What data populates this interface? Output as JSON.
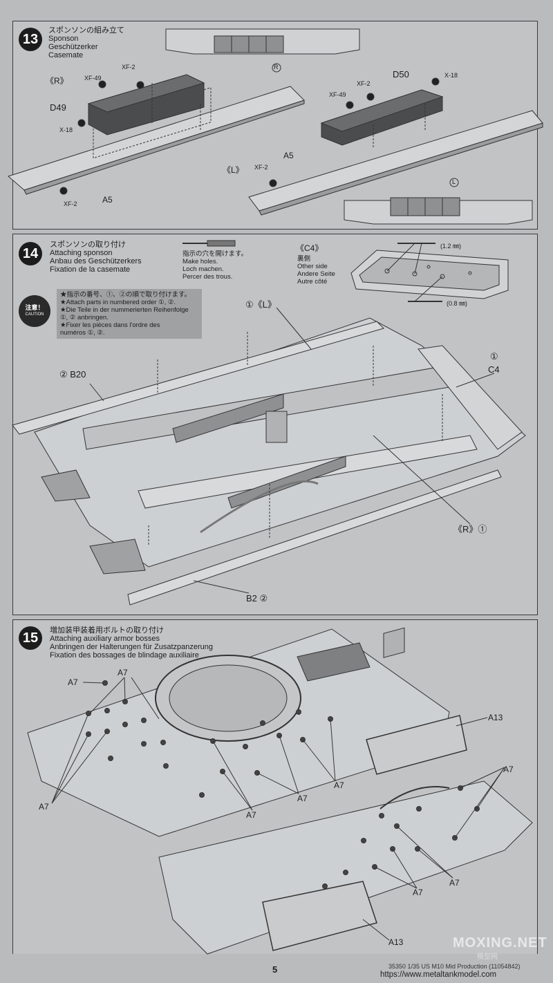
{
  "step13": {
    "number": "13",
    "title_ja": "スポンソンの組み立て",
    "title_en": "Sponson",
    "title_de": "Geschützerker",
    "title_fr": "Casemate",
    "label_R": "《R》",
    "label_L": "《L》",
    "circle_R": "R",
    "circle_L": "L",
    "parts": {
      "xf49_r": "XF-49",
      "xf2_r_top": "XF-2",
      "d49": "D49",
      "x18_r": "X-18",
      "xf2_r_bottom": "XF-2",
      "a5_r": "A5",
      "d50": "D50",
      "x18_l": "X-18",
      "xf2_l_top": "XF-2",
      "xf49_l": "XF-49",
      "a5_l": "A5",
      "xf2_l": "XF-2"
    }
  },
  "step14": {
    "number": "14",
    "title_ja": "スポンソンの取り付け",
    "title_en": "Attaching sponson",
    "title_de": "Anbau des Geschützerkers",
    "title_fr": "Fixation de la casemate",
    "holes_ja": "指示の穴を開けます。",
    "holes_en": "Make holes.",
    "holes_de": "Loch machen.",
    "holes_fr": "Percer des trous.",
    "c4_label": "《C4》",
    "other_ja": "裏側",
    "other_en": "Other side",
    "other_de": "Andere Seite",
    "other_fr": "Autre côté",
    "drill_12": "(1.2 ㎜)",
    "drill_08": "(0.8 ㎜)",
    "caution_ja": "注意！",
    "caution_en": "CAUTION",
    "caution_lines": [
      "★指示の番号、①、②の順で取り付けます。",
      "★Attach parts in numbered order ①, ②.",
      "★Die Teile in der nummerierten Reihenfolge",
      "①, ② anbringen.",
      "★Fixer les pièces dans l'ordre des",
      "numéros ①, ②."
    ],
    "callouts": {
      "l1": "①《L》",
      "b20": "② B20",
      "c4_num": "①",
      "c4": "C4",
      "r1": "《R》①",
      "b2": "B2 ②"
    }
  },
  "step15": {
    "number": "15",
    "title_ja": "増加装甲装着用ボルトの取り付け",
    "title_en": "Attaching auxiliary armor bosses",
    "title_de": "Anbringen der Halterungen für Zusatzpanzerung",
    "title_fr": "Fixation des bossages de blindage auxiliaire",
    "a7": "A7",
    "a13": "A13"
  },
  "footer": {
    "page": "5",
    "code": "35350  1/35 US M10 Mid Production (11054842)",
    "url": "https://www.metaltankmodel.com",
    "watermark": "MOXING.NET",
    "watermark_sub": "模型网"
  }
}
